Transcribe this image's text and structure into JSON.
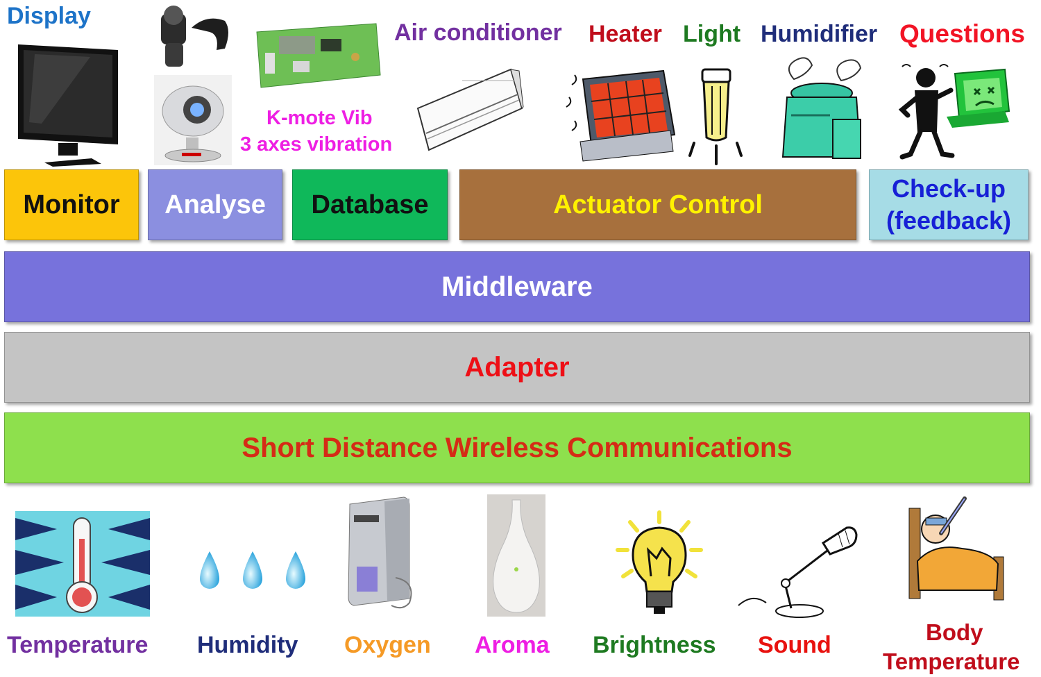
{
  "top": {
    "display": "Display",
    "kmote_line1": "K-mote Vib",
    "kmote_line2": "3 axes vibration",
    "air_conditioner": "Air conditioner",
    "heater": "Heater",
    "light": "Light",
    "humidifier": "Humidifier",
    "questions": "Questions"
  },
  "modules": {
    "monitor": "Monitor",
    "analyse": "Analyse",
    "database": "Database",
    "actuator_control": "Actuator Control",
    "checkup_line1": "Check-up",
    "checkup_line2": "(feedback)"
  },
  "layers": {
    "middleware": "Middleware",
    "adapter": "Adapter",
    "wireless": "Short Distance Wireless Communications"
  },
  "sensors": {
    "temperature": "Temperature",
    "humidity": "Humidity",
    "oxygen": "Oxygen",
    "aroma": "Aroma",
    "brightness": "Brightness",
    "sound": "Sound",
    "body_line1": "Body",
    "body_line2": "Temperature"
  },
  "colors": {
    "monitor_box": "#fcc50a",
    "analyse_box": "#8b8fe0",
    "database_box": "#0fb85a",
    "actuator_box": "#a7703d",
    "checkup_box": "#a6dce6",
    "middleware_box": "#7772dc",
    "adapter_box": "#c4c4c4",
    "wireless_box": "#8ee04d"
  }
}
